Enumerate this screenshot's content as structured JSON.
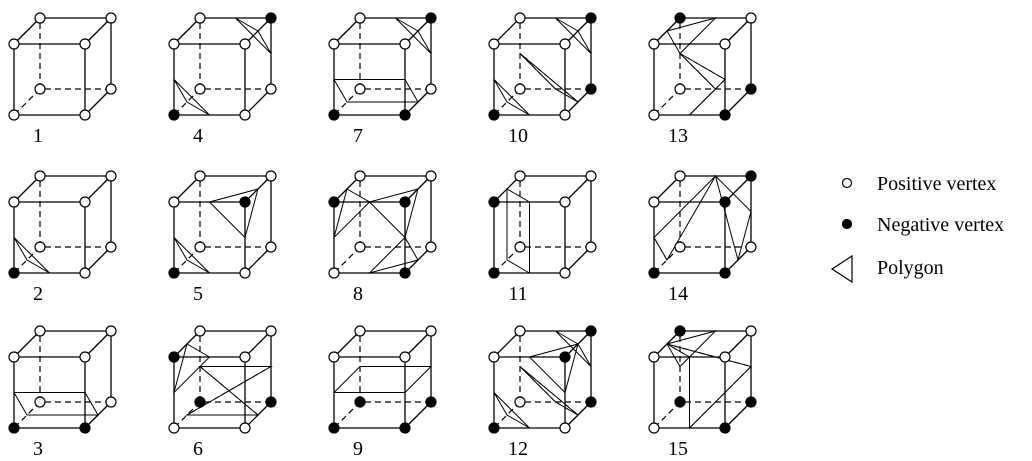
{
  "cases": [
    {
      "label": "1",
      "neg": [],
      "poly": [],
      "hpoly": []
    },
    {
      "label": "4",
      "neg": [
        0,
        6
      ],
      "poly": [
        [
          "e0",
          "e3",
          "e8"
        ],
        [
          "e5",
          "e6",
          "e10"
        ]
      ],
      "hpoly": []
    },
    {
      "label": "7",
      "neg": [
        0,
        1,
        6
      ],
      "poly": [
        [
          "e3",
          "e1",
          "e9",
          "e8"
        ],
        [
          "e5",
          "e6",
          "e10"
        ]
      ],
      "hpoly": []
    },
    {
      "label": "10",
      "neg": [
        0,
        2,
        6
      ],
      "poly": [
        [
          "e0",
          "e3",
          "e8"
        ],
        [
          "e1",
          "e2",
          "e11"
        ],
        [
          "e5",
          "e6",
          "e10"
        ]
      ],
      "hpoly": [
        [
          "e1",
          "e2",
          "e11"
        ]
      ]
    },
    {
      "label": "13",
      "neg": [
        1,
        2,
        7
      ],
      "poly": [
        [
          "e0",
          "e9",
          "e11",
          "e2"
        ],
        [
          "e6",
          "e7",
          "e11"
        ]
      ],
      "hpoly": [
        [
          "e0",
          "e9",
          "e11",
          "e2"
        ]
      ]
    },
    {
      "label": "2",
      "neg": [
        0
      ],
      "poly": [
        [
          "e0",
          "e3",
          "e8"
        ]
      ],
      "hpoly": []
    },
    {
      "label": "5",
      "neg": [
        0,
        5
      ],
      "poly": [
        [
          "e0",
          "e3",
          "e8"
        ],
        [
          "e4",
          "e5",
          "e9"
        ]
      ],
      "hpoly": []
    },
    {
      "label": "8",
      "neg": [
        1,
        4,
        5
      ],
      "poly": [
        [
          "e0",
          "e1",
          "e9"
        ],
        [
          "e4",
          "e5",
          "e9"
        ],
        [
          "e7",
          "e4",
          "e8"
        ]
      ],
      "hpoly": []
    },
    {
      "label": "11",
      "neg": [
        0,
        4
      ],
      "poly": [
        [
          "e0",
          "e3",
          "e7",
          "e4"
        ]
      ],
      "hpoly": [
        [
          "e3",
          "e7"
        ]
      ]
    },
    {
      "label": "14",
      "neg": [
        0,
        1,
        5,
        6
      ],
      "poly": [
        [
          "e3",
          "e8",
          "e4",
          "e6"
        ],
        [
          "e1",
          "e10",
          "e6"
        ]
      ],
      "hpoly": [
        [
          "e3",
          "e8"
        ]
      ]
    },
    {
      "label": "3",
      "neg": [
        0,
        1
      ],
      "poly": [
        [
          "e3",
          "e1",
          "e9",
          "e8"
        ]
      ],
      "hpoly": [
        [
          "e3",
          "e1"
        ]
      ]
    },
    {
      "label": "6",
      "neg": [
        2,
        3,
        4
      ],
      "poly": [
        [
          "e1",
          "e11",
          "e10",
          "e3"
        ],
        [
          "e4",
          "e7",
          "e8"
        ]
      ],
      "hpoly": [
        [
          "e1",
          "e11",
          "e10",
          "e3"
        ]
      ]
    },
    {
      "label": "9",
      "neg": [
        0,
        1,
        2,
        3
      ],
      "poly": [
        [
          "e8",
          "e9",
          "e10",
          "e11"
        ]
      ],
      "hpoly": [
        [
          "e10",
          "e11"
        ]
      ]
    },
    {
      "label": "12",
      "neg": [
        0,
        2,
        5,
        6
      ],
      "poly": [
        [
          "e0",
          "e3",
          "e8"
        ],
        [
          "e1",
          "e2",
          "e11"
        ],
        [
          "e4",
          "e5",
          "e9"
        ],
        [
          "e5",
          "e6",
          "e10"
        ]
      ],
      "hpoly": [
        [
          "e1",
          "e2",
          "e11"
        ]
      ]
    },
    {
      "label": "15",
      "neg": [
        1,
        2,
        3,
        7
      ],
      "poly": [
        [
          "e0",
          "e9",
          "e10",
          "e7",
          "e4"
        ],
        [
          "e6",
          "e7",
          "e11"
        ]
      ],
      "hpoly": [
        [
          "e0",
          "e9",
          "e10",
          "e7",
          "e4"
        ]
      ]
    }
  ],
  "legend": {
    "positive": "Positive vertex",
    "negative": "Negative vertex",
    "polygon": "Polygon"
  }
}
